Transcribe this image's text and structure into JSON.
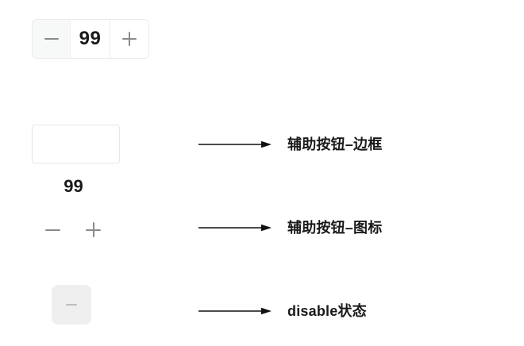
{
  "stepper": {
    "value": "99"
  },
  "rows": {
    "border": {
      "label": "辅助按钮–边框",
      "value_below": "99"
    },
    "icon": {
      "label": "辅助按钮–图标"
    },
    "disabled": {
      "label": "disable状态"
    }
  },
  "colors": {
    "text": "#1a1a1a",
    "icon_grey": "#8a8a8a",
    "segment_bg": "#f7f8f8",
    "border_light": "#ebebeb",
    "disabled_bg": "#efefef",
    "disabled_icon": "#bdbdbd",
    "arrow": "#111111",
    "background": "#ffffff"
  }
}
